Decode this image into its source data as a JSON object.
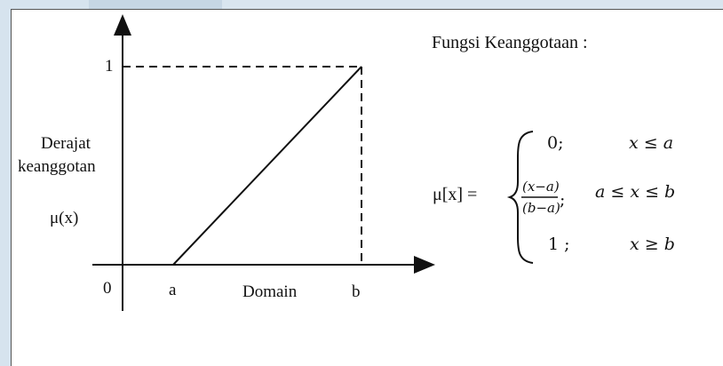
{
  "graph": {
    "y_tick_one": "1",
    "y_axis_label_line1": "Derajat",
    "y_axis_label_line2": "keanggotan",
    "y_axis_symbol": "μ(x)",
    "origin_label": "0",
    "x_label_a": "a",
    "x_label_b": "b",
    "x_axis_label": "Domain"
  },
  "formula": {
    "title": "Fungsi Keanggotaan :",
    "lhs": "μ[x] =",
    "cases": [
      {
        "value": "0;",
        "condition": "x ≤ a"
      },
      {
        "value_numerator": "(x−a)",
        "value_denominator": "(b−a)",
        "value_suffix": ";",
        "condition": "a ≤ x ≤ b"
      },
      {
        "value": "1 ;",
        "condition": "x ≥ b"
      }
    ]
  },
  "colors": {
    "background_band": "#c9d9e6",
    "line": "#111111",
    "frame_border": "#555555"
  }
}
